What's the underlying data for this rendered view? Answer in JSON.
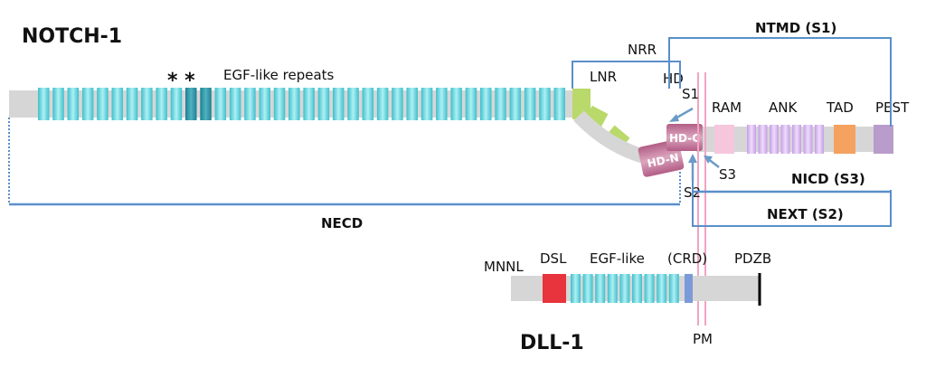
{
  "titles": {
    "notch": "NOTCH-1",
    "dll": "DLL-1"
  },
  "notch_labels": {
    "asterisks": "* *",
    "egf_repeats": "EGF-like repeats",
    "lnr": "LNR",
    "hd": "HD",
    "nrr": "NRR",
    "ntmd": "NTMD (S1)",
    "ram": "RAM",
    "ank": "ANK",
    "tad": "TAD",
    "pest": "PEST",
    "hd_c": "HD-C",
    "hd_n": "HD-N",
    "s1": "S1",
    "s2": "S2",
    "s3": "S3",
    "nicd": "NICD (S3)",
    "next": "NEXT (S2)",
    "necd": "NECD"
  },
  "dll_labels": {
    "mnnl": "MNNL",
    "dsl": "DSL",
    "egf": "EGF-like",
    "crd": "(CRD)",
    "pdzb": "PDZB"
  },
  "membrane_label": "PM",
  "colors": {
    "backbone": "#d6d6d6",
    "egf": "#5fd3dc",
    "egf_dark": "#2e8fa0",
    "lnr": "#b9d96a",
    "hd": "#c07898",
    "ram": "#f6c7dc",
    "ank": "#d6b3ee",
    "tad": "#f5a15f",
    "pest": "#b89ccb",
    "dsl": "#e8343c",
    "crd": "#7b9ad8",
    "bracket": "#5b8fc9",
    "membrane": "#f1a4c4",
    "arrow": "#6a9bc7"
  }
}
